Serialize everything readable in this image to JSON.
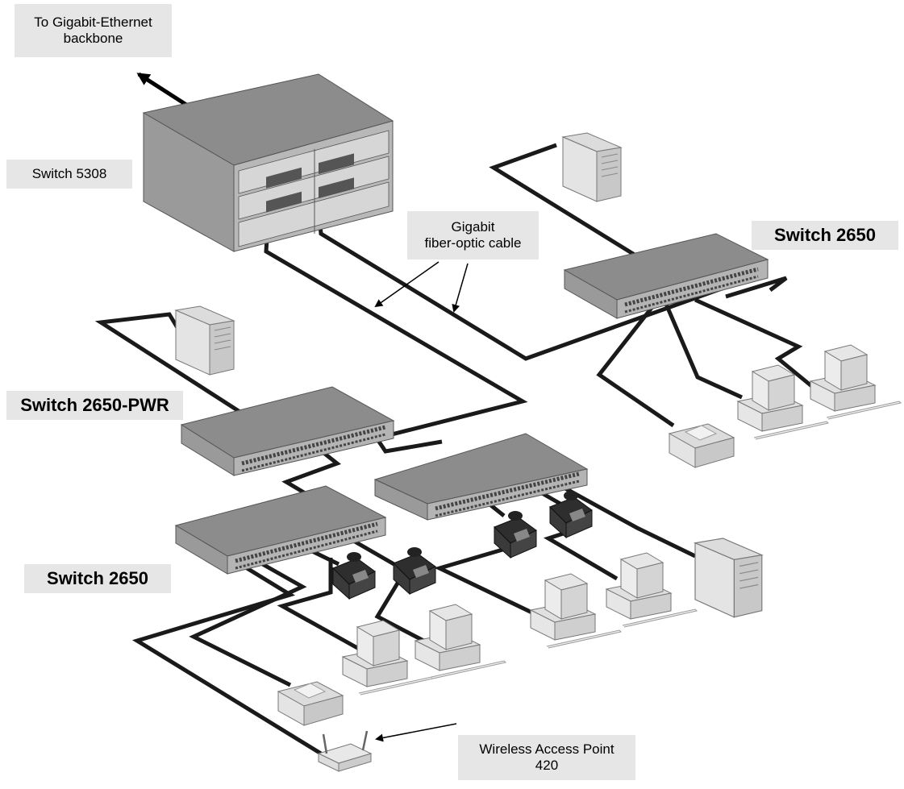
{
  "labels": {
    "backbone": "To Gigabit-Ethernet\nbackbone",
    "switch5308": "Switch 5308",
    "fiber": "Gigabit\nfiber-optic cable",
    "switch2650_right": "Switch 2650",
    "switch2650pwr": "Switch 2650-PWR",
    "switch2650_left": "Switch 2650",
    "wap": "Wireless Access Point\n420"
  },
  "colors": {
    "label_bg": "#e6e6e6",
    "cable": "#1a1a1a",
    "device_top": "#8c8c8c",
    "device_front": "#b4b4b4",
    "device_side": "#9a9a9a"
  }
}
